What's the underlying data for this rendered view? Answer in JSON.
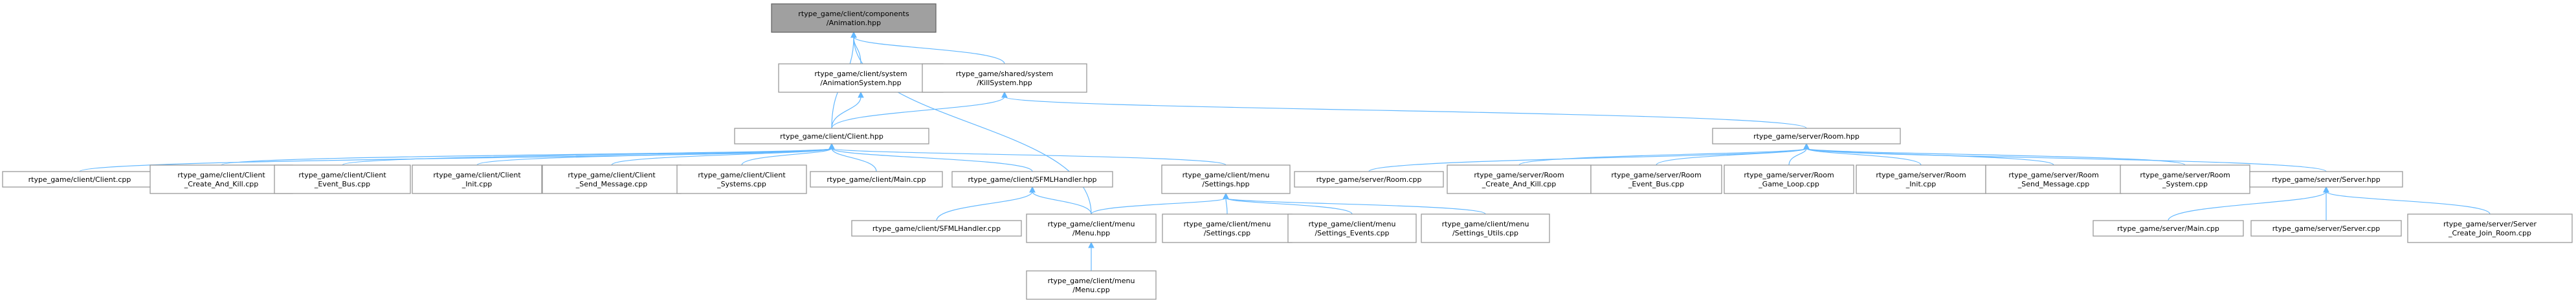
{
  "colors": {
    "edge": "#63b8ff",
    "root_fill": "#a0a0a0",
    "node_fill": "#ffffff",
    "node_border": "#999999"
  },
  "nodes": [
    {
      "id": "animation",
      "lines": [
        "rtype_game/client/components",
        "/Animation.hpp"
      ],
      "root": true
    },
    {
      "id": "anim_sys",
      "lines": [
        "rtype_game/client/system",
        "/AnimationSystem.hpp"
      ]
    },
    {
      "id": "kill_sys",
      "lines": [
        "rtype_game/shared/system",
        "/KillSystem.hpp"
      ]
    },
    {
      "id": "client_hpp",
      "lines": [
        "rtype_game/client/Client.hpp"
      ]
    },
    {
      "id": "room_hpp",
      "lines": [
        "rtype_game/server/Room.hpp"
      ]
    },
    {
      "id": "client_cpp",
      "lines": [
        "rtype_game/client/Client.cpp"
      ]
    },
    {
      "id": "client_cak",
      "lines": [
        "rtype_game/client/Client",
        "_Create_And_Kill.cpp"
      ]
    },
    {
      "id": "client_eb",
      "lines": [
        "rtype_game/client/Client",
        "_Event_Bus.cpp"
      ]
    },
    {
      "id": "client_init",
      "lines": [
        "rtype_game/client/Client",
        "_Init.cpp"
      ]
    },
    {
      "id": "client_sm",
      "lines": [
        "rtype_game/client/Client",
        "_Send_Message.cpp"
      ]
    },
    {
      "id": "client_sys",
      "lines": [
        "rtype_game/client/Client",
        "_Systems.cpp"
      ]
    },
    {
      "id": "client_main",
      "lines": [
        "rtype_game/client/Main.cpp"
      ]
    },
    {
      "id": "sfml_hpp",
      "lines": [
        "rtype_game/client/SFMLHandler.hpp"
      ]
    },
    {
      "id": "settings_hpp",
      "lines": [
        "rtype_game/client/menu",
        "/Settings.hpp"
      ]
    },
    {
      "id": "room_cpp",
      "lines": [
        "rtype_game/server/Room.cpp"
      ]
    },
    {
      "id": "room_cak",
      "lines": [
        "rtype_game/server/Room",
        "_Create_And_Kill.cpp"
      ]
    },
    {
      "id": "room_eb",
      "lines": [
        "rtype_game/server/Room",
        "_Event_Bus.cpp"
      ]
    },
    {
      "id": "room_gl",
      "lines": [
        "rtype_game/server/Room",
        "_Game_Loop.cpp"
      ]
    },
    {
      "id": "room_init",
      "lines": [
        "rtype_game/server/Room",
        "_Init.cpp"
      ]
    },
    {
      "id": "room_sm",
      "lines": [
        "rtype_game/server/Room",
        "_Send_Message.cpp"
      ]
    },
    {
      "id": "room_sys",
      "lines": [
        "rtype_game/server/Room",
        "_System.cpp"
      ]
    },
    {
      "id": "server_hpp",
      "lines": [
        "rtype_game/server/Server.hpp"
      ]
    },
    {
      "id": "sfml_cpp",
      "lines": [
        "rtype_game/client/SFMLHandler.cpp"
      ]
    },
    {
      "id": "menu_hpp",
      "lines": [
        "rtype_game/client/menu",
        "/Menu.hpp"
      ]
    },
    {
      "id": "settings_cpp",
      "lines": [
        "rtype_game/client/menu",
        "/Settings.cpp"
      ]
    },
    {
      "id": "settings_ev",
      "lines": [
        "rtype_game/client/menu",
        "/Settings_Events.cpp"
      ]
    },
    {
      "id": "settings_ut",
      "lines": [
        "rtype_game/client/menu",
        "/Settings_Utils.cpp"
      ]
    },
    {
      "id": "server_main",
      "lines": [
        "rtype_game/server/Main.cpp"
      ]
    },
    {
      "id": "server_cpp",
      "lines": [
        "rtype_game/server/Server.cpp"
      ]
    },
    {
      "id": "server_cjr",
      "lines": [
        "rtype_game/server/Server",
        "_Create_Join_Room.cpp"
      ]
    },
    {
      "id": "menu_cpp",
      "lines": [
        "rtype_game/client/menu",
        "/Menu.cpp"
      ]
    }
  ],
  "edges": [
    [
      "animation",
      "anim_sys"
    ],
    [
      "animation",
      "kill_sys"
    ],
    [
      "animation",
      "client_hpp"
    ],
    [
      "animation",
      "menu_hpp"
    ],
    [
      "anim_sys",
      "client_hpp"
    ],
    [
      "kill_sys",
      "client_hpp"
    ],
    [
      "kill_sys",
      "room_hpp"
    ],
    [
      "client_hpp",
      "client_cpp"
    ],
    [
      "client_hpp",
      "client_cak"
    ],
    [
      "client_hpp",
      "client_eb"
    ],
    [
      "client_hpp",
      "client_init"
    ],
    [
      "client_hpp",
      "client_sm"
    ],
    [
      "client_hpp",
      "client_sys"
    ],
    [
      "client_hpp",
      "client_main"
    ],
    [
      "client_hpp",
      "sfml_hpp"
    ],
    [
      "client_hpp",
      "settings_hpp"
    ],
    [
      "room_hpp",
      "room_cpp"
    ],
    [
      "room_hpp",
      "room_cak"
    ],
    [
      "room_hpp",
      "room_eb"
    ],
    [
      "room_hpp",
      "room_gl"
    ],
    [
      "room_hpp",
      "room_init"
    ],
    [
      "room_hpp",
      "room_sm"
    ],
    [
      "room_hpp",
      "room_sys"
    ],
    [
      "room_hpp",
      "server_hpp"
    ],
    [
      "sfml_hpp",
      "sfml_cpp"
    ],
    [
      "sfml_hpp",
      "menu_hpp"
    ],
    [
      "settings_hpp",
      "menu_hpp"
    ],
    [
      "settings_hpp",
      "settings_cpp"
    ],
    [
      "settings_hpp",
      "settings_ev"
    ],
    [
      "settings_hpp",
      "settings_ut"
    ],
    [
      "server_hpp",
      "server_main"
    ],
    [
      "server_hpp",
      "server_cpp"
    ],
    [
      "server_hpp",
      "server_cjr"
    ],
    [
      "menu_hpp",
      "menu_cpp"
    ]
  ]
}
